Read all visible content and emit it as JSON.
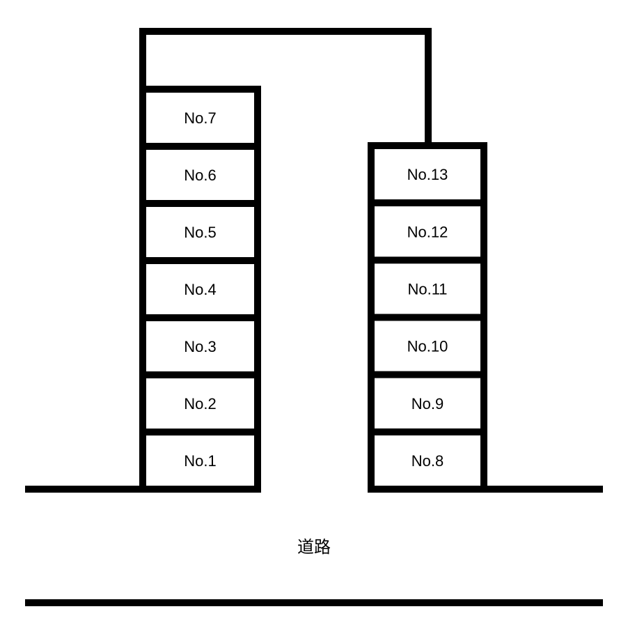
{
  "left_column": [
    "No.1",
    "No.2",
    "No.3",
    "No.4",
    "No.5",
    "No.6",
    "No.7"
  ],
  "right_column": [
    "No.8",
    "No.9",
    "No.10",
    "No.11",
    "No.12",
    "No.13"
  ],
  "road_label": "道路",
  "line_color": "#000000"
}
